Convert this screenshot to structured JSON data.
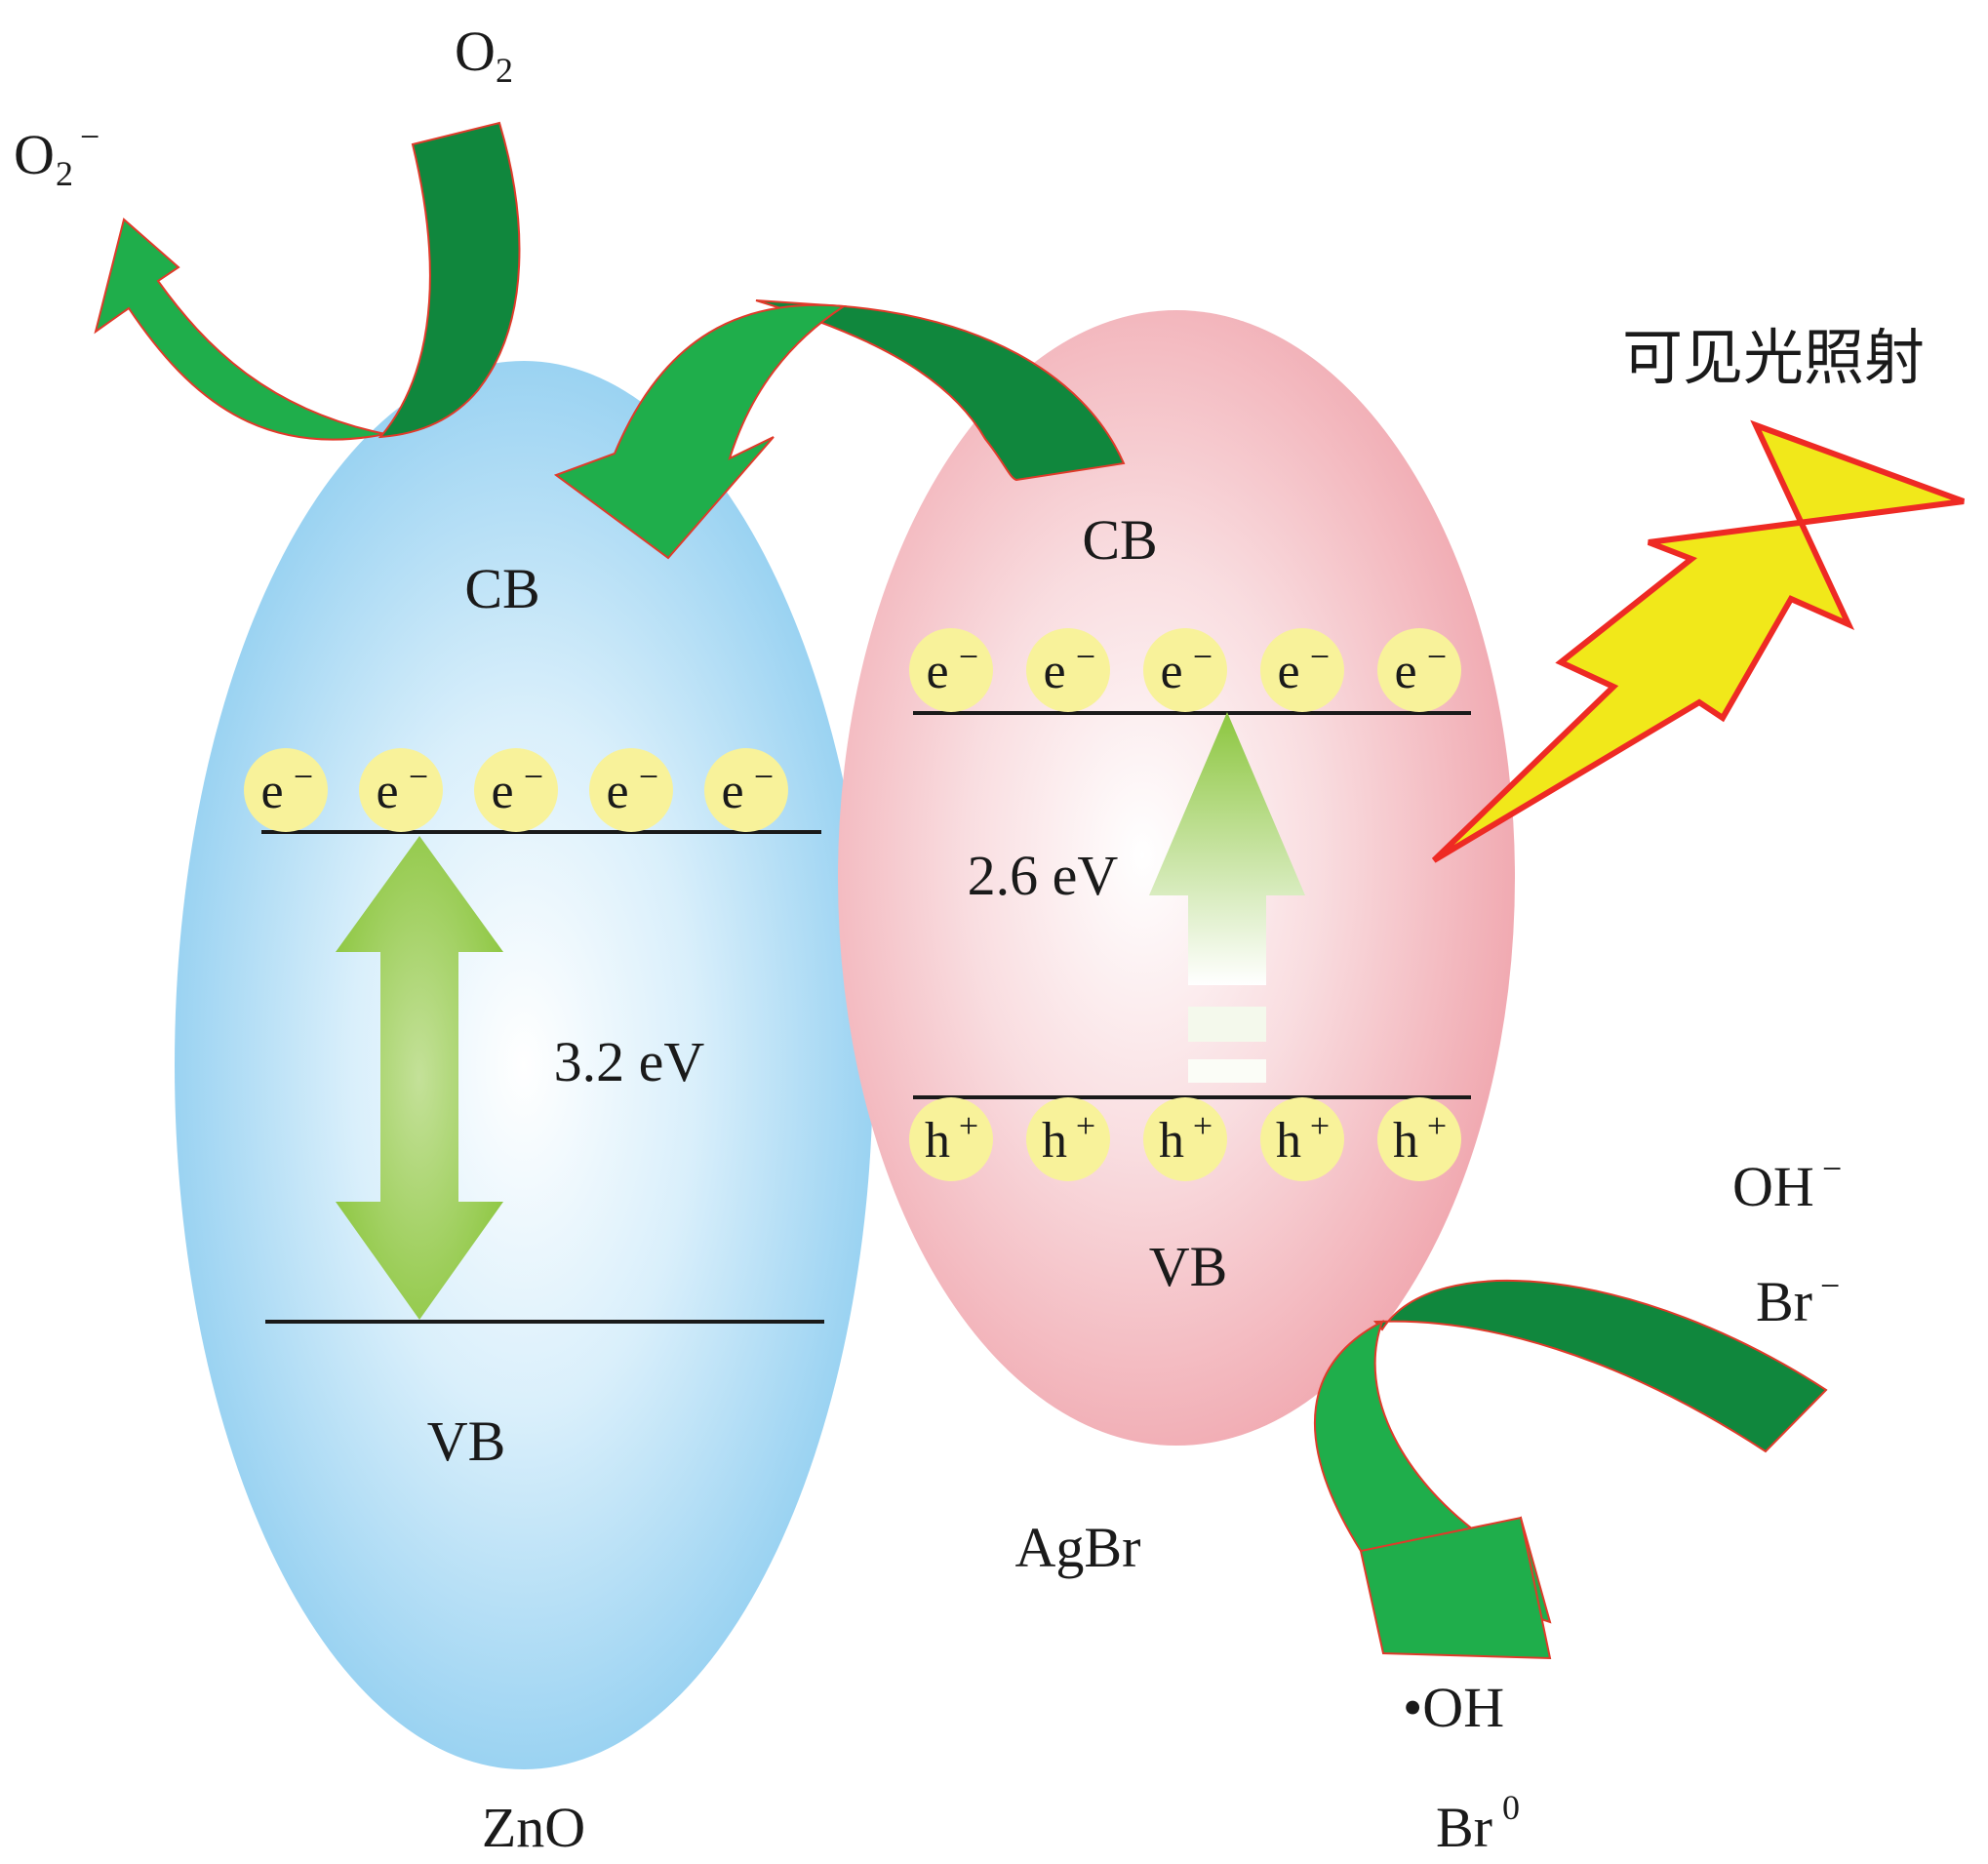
{
  "zno": {
    "label": "ZnO",
    "cb": "CB",
    "vb": "VB",
    "gap": "3.2 eV",
    "electron_label": "e",
    "charge_minus": "−",
    "electron_count": 5
  },
  "agbr": {
    "label": "AgBr",
    "cb": "CB",
    "vb": "VB",
    "gap": "2.6 eV",
    "electron_label": "e",
    "hole_label": "h",
    "charge_minus": "−",
    "charge_plus": "+",
    "electron_count": 5,
    "hole_count": 5
  },
  "species": {
    "o2_base": "O",
    "o2_sub": "2",
    "o2minus_base": "O",
    "o2minus_sub": "2",
    "o2minus_sup": "−",
    "ohminus_base": "OH",
    "ohminus_sup": "−",
    "brminus_base": "Br",
    "brminus_sup": "−",
    "oh_radical": "•OH",
    "br0_base": "Br",
    "br0_sup": "0"
  },
  "light_label": "可见光照射",
  "colors": {
    "zno_fill": "#8ecdf0",
    "agbr_fill": "#f2a9b0",
    "arrow_green": "#1fae4b",
    "arrow_dark_green": "#10873d",
    "arrow_outline": "#e03a2a",
    "lightning_fill": "#f1e81a",
    "lightning_outline": "#ee2a24",
    "particle_fill": "#f8f29a",
    "gap_arrow_green": "#8cc63f"
  },
  "icons": [
    "lightning-bolt-icon",
    "curved-arrow-icon",
    "double-arrow-icon",
    "up-arrow-icon"
  ]
}
